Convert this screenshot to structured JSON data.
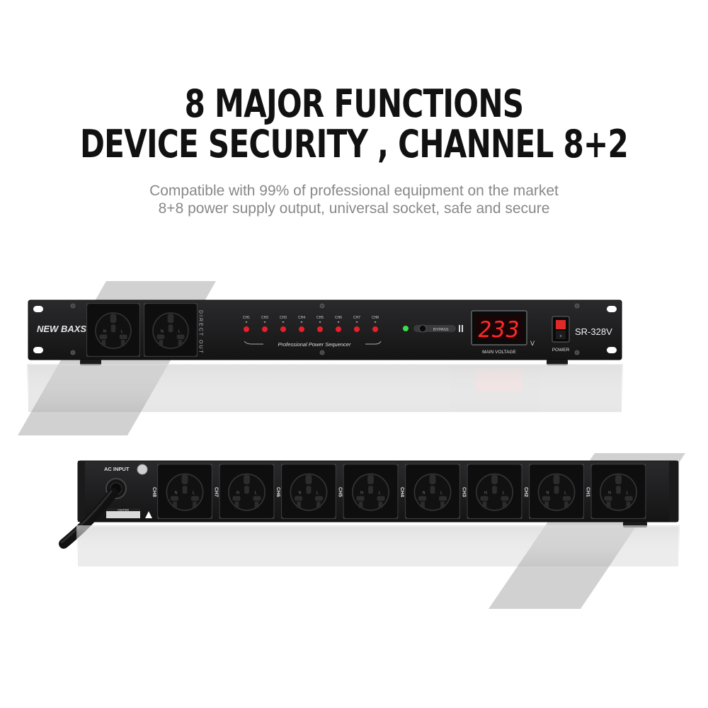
{
  "headline": {
    "line1": "8 MAJOR FUNCTIONS",
    "line2": "DEVICE SECURITY , CHANNEL 8+2"
  },
  "subtitle": {
    "line1": "Compatible with 99% of professional equipment on the market",
    "line2": "8+8 power supply output, universal socket, safe and secure"
  },
  "front_panel": {
    "brand": "NEW BAXS",
    "direct_out_label": "DIRECT OUT",
    "channel_labels": [
      "CH1",
      "CH2",
      "CH3",
      "CH4",
      "CH5",
      "CH6",
      "CH7",
      "CH8"
    ],
    "sequencer_label": "Professional Power Sequencer",
    "bypass_label": "BYPASS",
    "voltage_display": "233",
    "voltage_unit": "V",
    "voltage_label": "MAIN VOLTAGE",
    "model": "SR-328V",
    "power_label": "POWER",
    "led_color": "#e8202a",
    "display_color": "#ff2a2a"
  },
  "rear_panel": {
    "ac_input_label": "AC INPUT",
    "caution_label": "CAUTION",
    "channel_labels": [
      "CH8",
      "CH7",
      "CH6",
      "CH5",
      "CH4",
      "CH3",
      "CH2",
      "CH1"
    ]
  }
}
